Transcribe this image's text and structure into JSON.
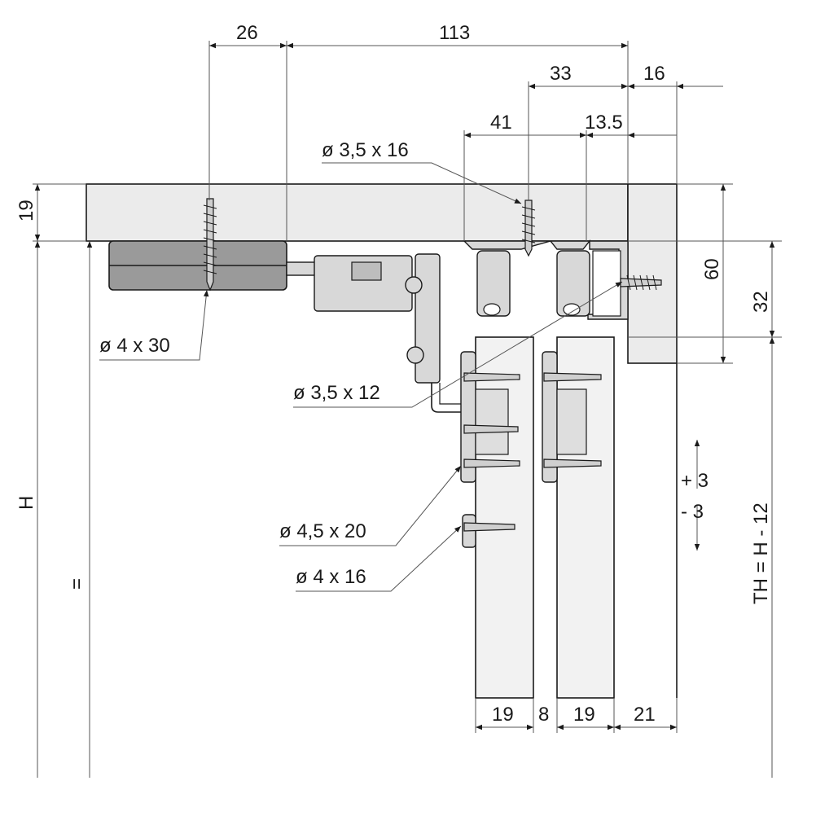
{
  "drawing": {
    "top_dims": {
      "d26": "26",
      "d113": "113",
      "d33": "33",
      "d16": "16",
      "d41": "41",
      "d13_5": "13.5"
    },
    "bottom_dims": {
      "d19a": "19",
      "d8": "8",
      "d19b": "19",
      "d21": "21"
    },
    "side_dims": {
      "d19_left": "19",
      "d60": "60",
      "d32": "32",
      "h": "H",
      "eq": "=",
      "th": "TH = H - 12",
      "plus3": "+ 3",
      "minus3": "- 3"
    },
    "screw_labels": {
      "s35x16": "ø 3,5 x 16",
      "s4x30": "ø 4 x 30",
      "s35x12": "ø 3,5 x 12",
      "s45x20": "ø 4,5 x 20",
      "s4x16": "ø 4 x 16"
    }
  }
}
